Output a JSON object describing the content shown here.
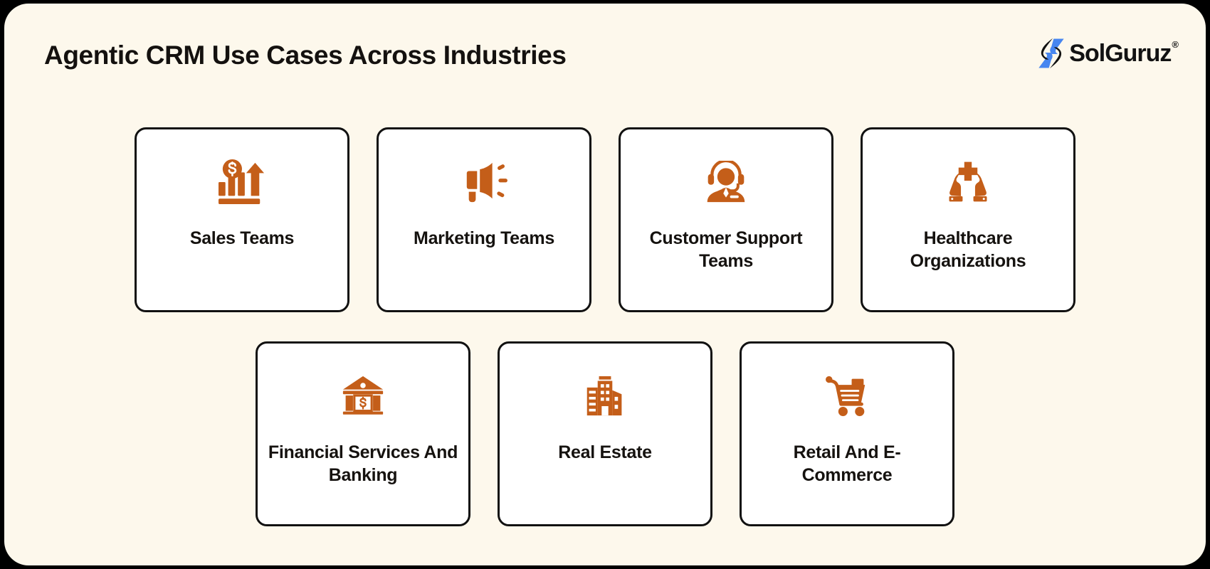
{
  "header": {
    "title": "Agentic CRM Use Cases Across Industries",
    "brand_name": "SolGuruz",
    "brand_registered": "®",
    "brand_mark_icon": "solguruz-logo-mark"
  },
  "colors": {
    "page_background": "#FDF8EC",
    "outer_frame": "#000000",
    "card_background": "#FFFFFF",
    "card_border": "#111111",
    "icon_orange": "#C45E19",
    "text_dark": "#15120F",
    "logo_blue": "#4786F0",
    "logo_dark": "#121212"
  },
  "rows": [
    {
      "cards": [
        {
          "label": "Sales Teams",
          "icon": "sales-growth-chart-icon"
        },
        {
          "label": "Marketing Teams",
          "icon": "megaphone-icon"
        },
        {
          "label": "Customer Support Teams",
          "icon": "headset-agent-icon"
        },
        {
          "label": "Healthcare Organizations",
          "icon": "hands-medical-cross-icon"
        }
      ]
    },
    {
      "cards": [
        {
          "label": "Financial Services And Banking",
          "icon": "bank-building-dollar-icon"
        },
        {
          "label": "Real Estate",
          "icon": "office-buildings-icon"
        },
        {
          "label": "Retail And E-Commerce",
          "icon": "shopping-cart-icon"
        }
      ]
    }
  ]
}
